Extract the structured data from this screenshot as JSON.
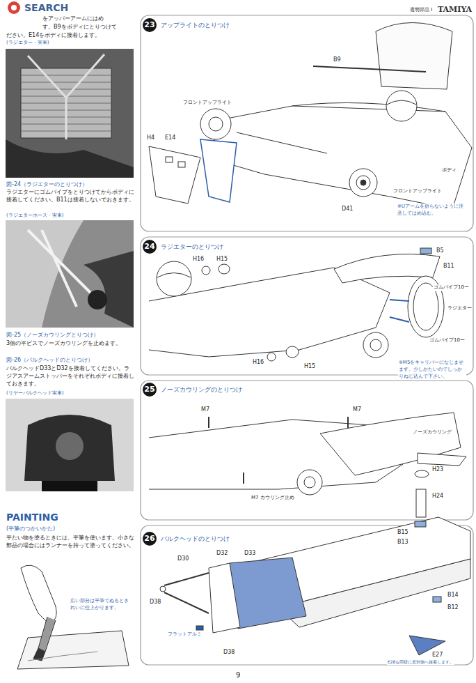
{
  "diagram": {
    "nodes": [
      {
        "text": [
          "23",
          "アップライトのとりつけ"
        ]
      },
      {
        "text": [
          "24",
          "ラジエターのとりつけ"
        ]
      },
      {
        "text": [
          "25",
          "ノーズカウリングのとりつけ"
        ]
      },
      {
        "text": [
          "26",
          "バルクヘッドのとりつけ"
        ]
      }
    ],
    "edges": [],
    "labels": [
      "SEARCH",
      "TAMIYA",
      "をアッパーアームにはめ",
      "す。B9をボディにとりつけて",
      "ださい。E14をボディに接着します。",
      "(ラジエター・実車)",
      "図-24（ラジエターのとりつけ）",
      "ラジエターにゴムパイプをとりつけてからボディに接着してください。B11は接着しないでおきます。",
      "(ラジエターホース・実車)",
      "図-25（ノーズカウリングとりつけ）",
      "3個の平ビスでノーズカウリングを止めます。",
      "図-26（バルクヘッドのとりつけ）",
      "バルクヘッドD33とD32を接着してください。ラジアスアームストッパーをそれぞれボディに接着しておきます。",
      "(リヤーバルクヘッド実車)",
      "PAINTING",
      "(平筆のつかいかた)",
      "平たい物を塗るときには、平筆を使います。小さな部品の場合にはランナーを持って塗ってください。",
      "広い部分は平筆でぬるときれいに仕上がります。",
      "透明部品 I",
      "B9",
      "フロントアップライト",
      "H4",
      "E14",
      "ボディ",
      "フロントアップライト",
      "D41",
      "※Uアームを折らないように注意してはめ込む。",
      "H16",
      "H15",
      "B5",
      "B11",
      "ゴムパイプ10ー",
      "ラジエター",
      "ゴムパイプ10ー",
      "H16",
      "H15",
      "※M5をキャリパーになじませます。少しかたいのでしっかりねじ込んで下さい。",
      "M7",
      "M7",
      "ノーズカウリング",
      "M7 カウリング止め",
      "H23",
      "H24",
      "B15",
      "B13",
      "D30",
      "D32",
      "D33",
      "D38",
      "フラットアルミ",
      "D38",
      "B14",
      "B12",
      "E27",
      "E28も同様に反対側へ接着します。",
      "9"
    ]
  }
}
